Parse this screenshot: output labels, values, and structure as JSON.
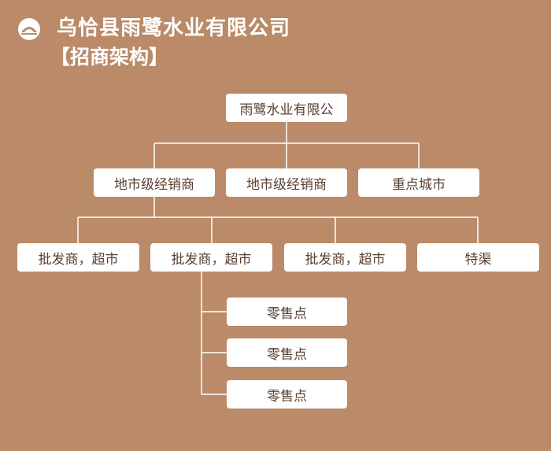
{
  "header": {
    "title": "乌恰县雨鹭水业有限公司",
    "subtitle": "【招商架构】"
  },
  "org": {
    "root": "雨鹭水业有限公",
    "level1": [
      "地市级经销商",
      "地市级经销商",
      "重点城市"
    ],
    "level2": [
      "批发商，超市",
      "批发商，超市",
      "批发商，超市",
      "特渠"
    ],
    "level3": [
      "零售点",
      "零售点",
      "零售点"
    ]
  }
}
